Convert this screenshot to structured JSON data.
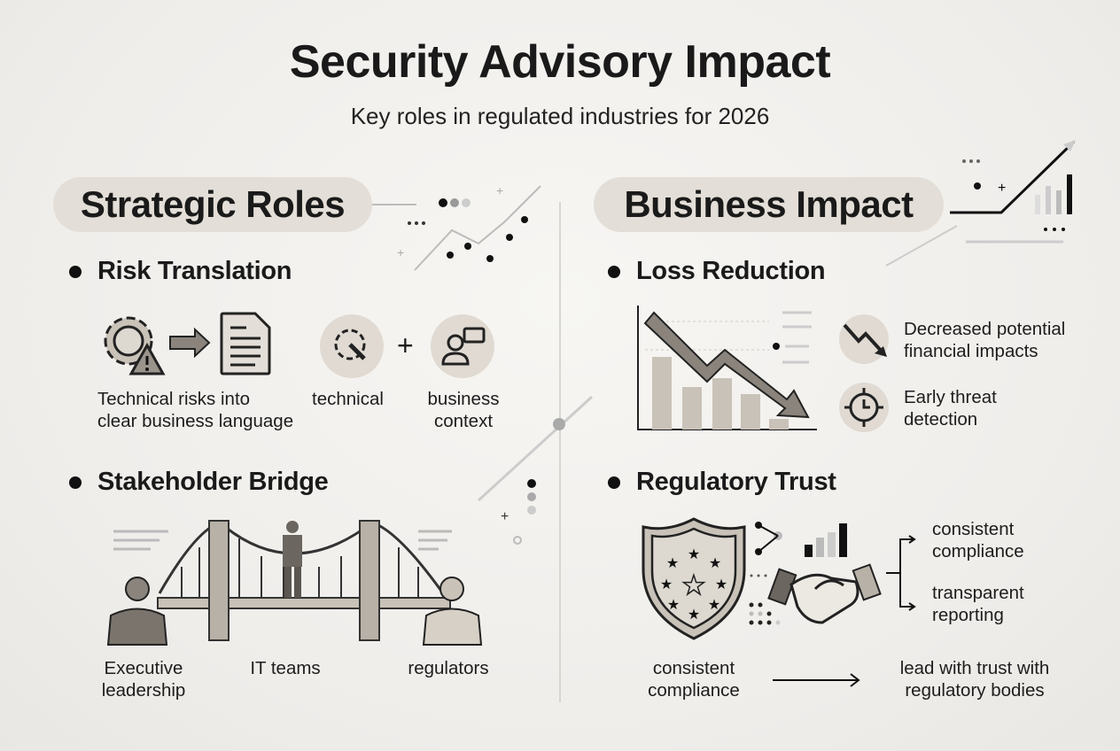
{
  "title": "Security Advisory Impact",
  "subtitle": "Key roles in regulated industries for 2026",
  "left": {
    "heading": "Strategic Roles",
    "risk_translation": {
      "title": "Risk Translation",
      "caption_main": [
        "Technical risks into",
        "clear business language"
      ],
      "caption_technical": "technical",
      "plus": "+",
      "caption_business": [
        "business",
        "context"
      ]
    },
    "stakeholder_bridge": {
      "title": "Stakeholder Bridge",
      "labels": [
        [
          "Executive",
          "leadership"
        ],
        [
          "IT teams"
        ],
        [
          "regulators"
        ]
      ]
    }
  },
  "right": {
    "heading": "Business Impact",
    "loss_reduction": {
      "title": "Loss Reduction",
      "items": [
        [
          "Decreased potential",
          "financial impacts"
        ],
        [
          "Early threat",
          "detection"
        ]
      ]
    },
    "regulatory_trust": {
      "title": "Regulatory Trust",
      "outcomes": [
        [
          "consistent",
          "compliance"
        ],
        [
          "transparent",
          "reporting"
        ]
      ],
      "flow_from": [
        "consistent",
        "compliance"
      ],
      "flow_to": [
        "lead with trust with",
        "regulatory bodies"
      ]
    }
  },
  "colors": {
    "pill": "#e3ded7",
    "icon_fill": "#c9c2b8",
    "dark": "#111111"
  }
}
